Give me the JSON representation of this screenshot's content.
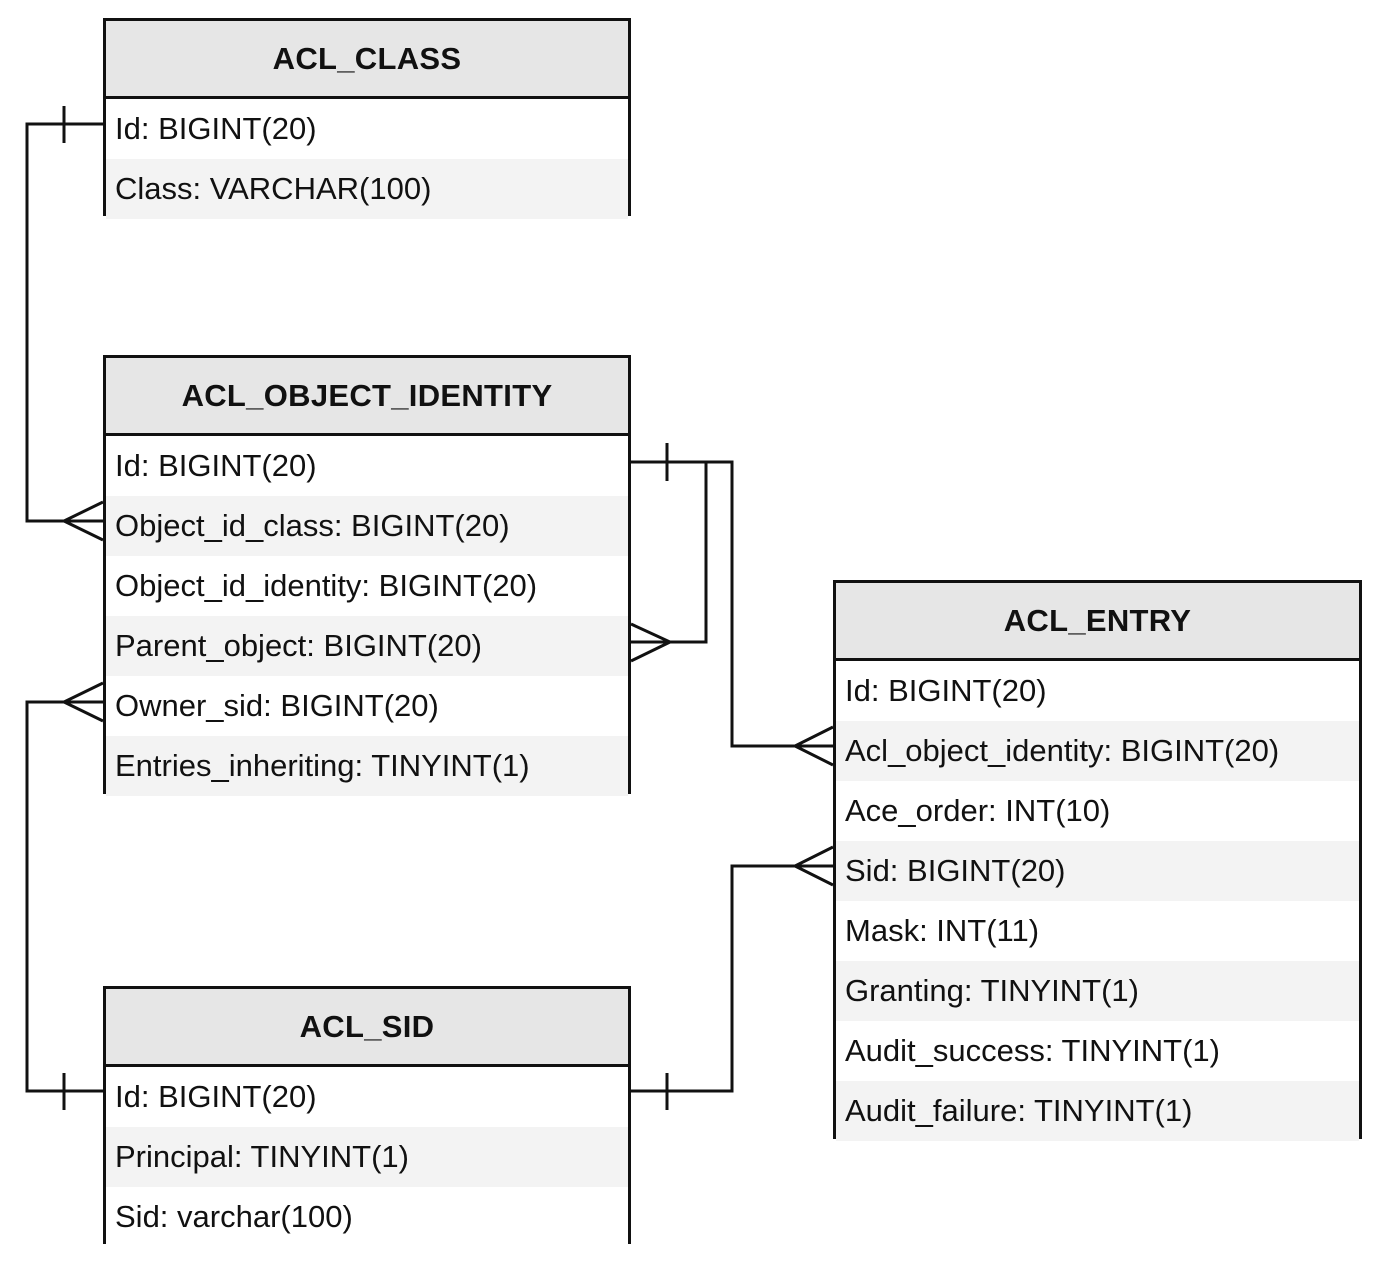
{
  "entities": {
    "acl_class": {
      "name": "ACL_CLASS",
      "fields": [
        "Id: BIGINT(20)",
        "Class: VARCHAR(100)"
      ]
    },
    "acl_object_identity": {
      "name": "ACL_OBJECT_IDENTITY",
      "fields": [
        "Id: BIGINT(20)",
        "Object_id_class: BIGINT(20)",
        "Object_id_identity: BIGINT(20)",
        "Parent_object: BIGINT(20)",
        "Owner_sid: BIGINT(20)",
        "Entries_inheriting: TINYINT(1)"
      ]
    },
    "acl_sid": {
      "name": "ACL_SID",
      "fields": [
        "Id: BIGINT(20)",
        "Principal: TINYINT(1)",
        "Sid: varchar(100)"
      ]
    },
    "acl_entry": {
      "name": "ACL_ENTRY",
      "fields": [
        "Id: BIGINT(20)",
        "Acl_object_identity: BIGINT(20)",
        "Ace_order: INT(10)",
        "Sid: BIGINT(20)",
        "Mask: INT(11)",
        "Granting: TINYINT(1)",
        "Audit_success: TINYINT(1)",
        "Audit_failure: TINYINT(1)"
      ]
    }
  },
  "relationships": [
    {
      "from": "ACL_CLASS.Id",
      "to": "ACL_OBJECT_IDENTITY.Object_id_class",
      "cardinality": "one-to-many"
    },
    {
      "from": "ACL_OBJECT_IDENTITY.Id",
      "to": "ACL_OBJECT_IDENTITY.Parent_object",
      "cardinality": "one-to-many"
    },
    {
      "from": "ACL_OBJECT_IDENTITY.Id",
      "to": "ACL_ENTRY.Acl_object_identity",
      "cardinality": "one-to-many"
    },
    {
      "from": "ACL_SID.Id",
      "to": "ACL_OBJECT_IDENTITY.Owner_sid",
      "cardinality": "one-to-many"
    },
    {
      "from": "ACL_SID.Id",
      "to": "ACL_ENTRY.Sid",
      "cardinality": "one-to-many"
    }
  ],
  "colors": {
    "line": "#111111",
    "header_fill": "#e6e6e6",
    "alt_row_fill": "#f3f3f3"
  }
}
